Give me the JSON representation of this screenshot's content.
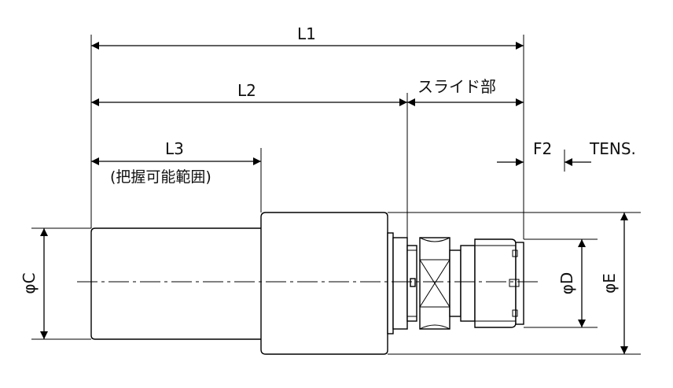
{
  "diagram": {
    "labels": {
      "L1": "L1",
      "L2": "L2",
      "L3": "L3",
      "L3_note": "(把握可能範囲)",
      "slide": "スライド部",
      "F2": "F2",
      "TENS": "TENS.",
      "phiC": "φC",
      "phiD": "φD",
      "phiE": "φE"
    }
  }
}
